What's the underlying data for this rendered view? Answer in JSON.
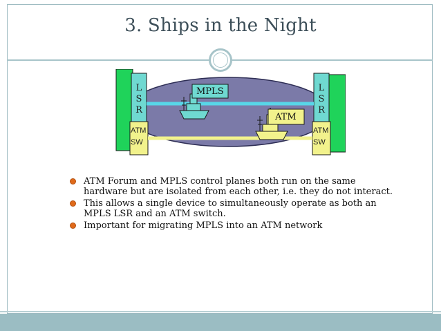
{
  "slide": {
    "title": "3. Ships in the Night",
    "bullets": [
      "ATM Forum and MPLS control planes both run on the same hardware but are isolated from each other, i.e. they do not interact.",
      "This allows a single device to simultaneously operate as both an MPLS LSR and an ATM switch.",
      "Important for migrating MPLS into an ATM network"
    ]
  },
  "diagram": {
    "left_lsr": [
      "L",
      "S",
      "R"
    ],
    "right_lsr": [
      "L",
      "S",
      "R"
    ],
    "left_switch": [
      "ATM",
      "SW"
    ],
    "right_switch": [
      "ATM",
      "SW"
    ],
    "mpls_label": "MPLS",
    "atm_label": "ATM"
  },
  "colors": {
    "title_text": "#3d4f59",
    "accent_teal": "#a7c4c9",
    "footer": "#9bbdc3",
    "cloud": "#7b7aa8",
    "mpls_line": "#58d6e8",
    "atm_line": "#f2f28c",
    "device_green": "#1fd35a",
    "device_teal": "#6fd9d1",
    "bullet": "#e06a1a"
  }
}
